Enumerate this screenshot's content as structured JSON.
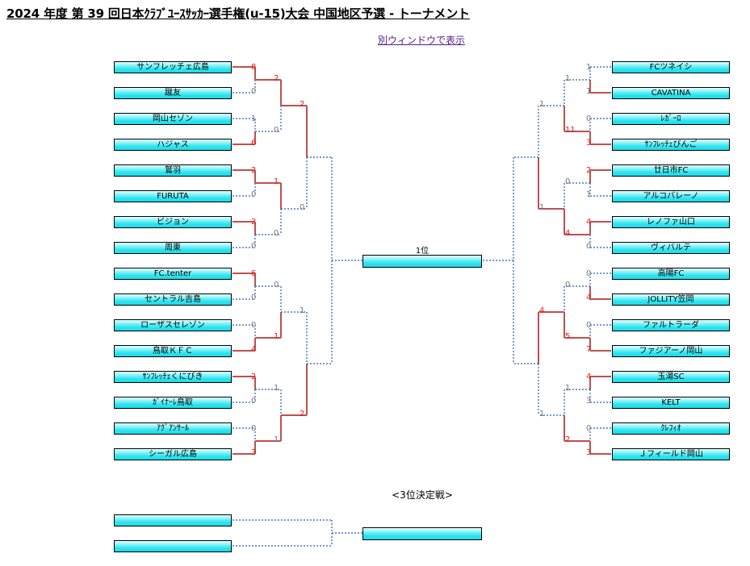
{
  "page": {
    "title": "2024 年度 第 39 回日本ｸﾗﾌﾞﾕｰｽｻｯｶｰ選手権(u-15)大会 中国地区予選 - トーナメント",
    "open_link": "別ウィンドウで表示"
  },
  "colors": {
    "win_line": "#c0504d",
    "pending_line": "#1f5fbf",
    "win_text": "#e0201e",
    "lose_text": "#777777"
  },
  "left_teams": [
    "サンフレッチェ広島",
    "蹴友",
    "岡山セゾン",
    "ハジャス",
    "鷲羽",
    "FURUTA",
    "ビジョン",
    "周東",
    "FC.tenter",
    "セントラル吉島",
    "ローザスセレゾン",
    "鳥取ＫＦＣ",
    "ｻﾝﾌﾚｯﾁｪくにびき",
    "ｶﾞｲﾅｰﾚ鳥取",
    "ｱｸﾞｱﾝｻｰﾙ",
    "シーガル広島"
  ],
  "right_teams": [
    "FCツネイシ",
    "CAVATINA",
    "ﾚｶﾞｰﾛ",
    "ｻﾝﾌﾚｯﾁｪびんご",
    "廿日市FC",
    "アルコバレーノ",
    "レノファ山口",
    "ヴィバルテ",
    "高陽FC",
    "JOLLITY笠岡",
    "ファルトラーダ",
    "ファジアーノ岡山",
    "玉湯SC",
    "KELT",
    "ｸﾚﾌｨｵ",
    "Ｊフィールド岡山"
  ],
  "left_scores": {
    "r1": [
      "8",
      "0",
      "1",
      "6",
      "2",
      "0",
      "2",
      "0",
      "6",
      "0",
      "0",
      "4",
      "2",
      "0",
      "0",
      "3"
    ],
    "r2": [
      "2",
      "0",
      "1",
      "0",
      "0",
      "1",
      "1",
      "1"
    ],
    "r3": [
      "2",
      "0",
      "1",
      "2"
    ]
  },
  "right_scores": {
    "r1": [
      "1",
      "1",
      "0",
      "3",
      "2",
      "1",
      "4",
      "0",
      "0",
      "4",
      "0",
      "7",
      "4",
      "3",
      "0",
      "3"
    ],
    "r2": [
      "1",
      "11",
      "0",
      "4",
      "0",
      "5",
      "1",
      "2"
    ],
    "r3": [
      "1",
      "1",
      "4",
      "1"
    ]
  },
  "final": {
    "label": "1位"
  },
  "third_place": {
    "label": "<3位決定戦>"
  }
}
